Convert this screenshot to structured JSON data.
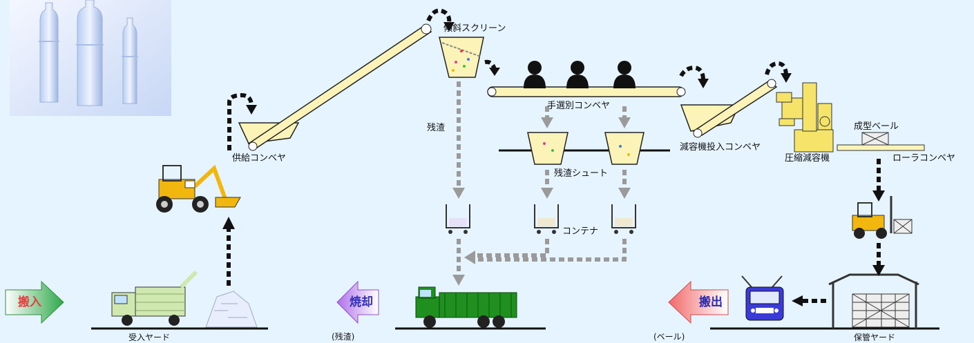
{
  "labels": {
    "screen": "傾斜スクリーン",
    "residue_vertical": "残渣",
    "hand_sort_conveyor": "手選別コンベヤ",
    "supply_conveyor": "供給コンベヤ",
    "residue_chute": "残渣シュート",
    "container": "コンテナ",
    "compactor_feed_conveyor": "減容機投入コンベヤ",
    "compactor": "圧縮減容機",
    "formed_bale": "成型ベール",
    "roller_conveyor": "ローラコンベヤ",
    "receiving_yard": "受入ヤード",
    "storage_yard": "保管ヤード",
    "residue_paren": "(残渣)",
    "bale_paren": "(ベール)"
  },
  "arrows": {
    "incoming": "搬入",
    "incinerate": "焼却",
    "outgoing": "搬出"
  },
  "colors": {
    "background": "#e6f4ff",
    "conveyor_fill": "#fbf3b8",
    "arrow_in": "#4fbf6a",
    "arrow_out": "#c891f2",
    "truck_green": "#1f8f1f",
    "loader_yellow": "#f2b70f",
    "dashed_black": "#111111",
    "dashed_gray": "#9a9a9a"
  },
  "icons": [
    "pet-bottles-photo",
    "worker-icon",
    "wheel-loader-icon",
    "forklift-icon",
    "bale-icon",
    "garbage-truck-icon",
    "dump-truck-icon",
    "bus-truck-icon",
    "warehouse-icon"
  ]
}
